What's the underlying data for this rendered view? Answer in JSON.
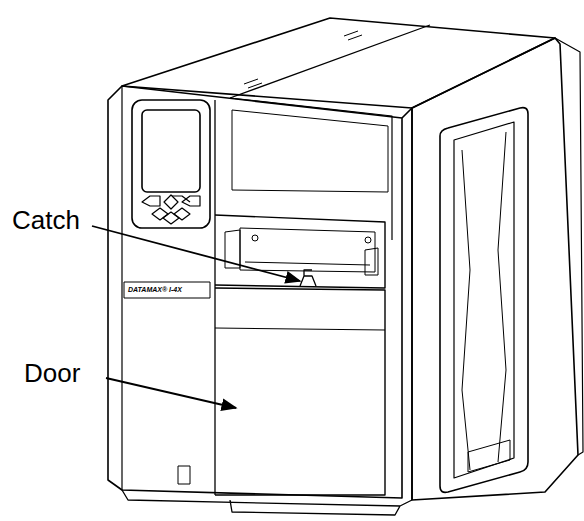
{
  "diagram": {
    "labels": [
      "Catch",
      "Door",
      "DATAMAX® I-4X"
    ]
  }
}
